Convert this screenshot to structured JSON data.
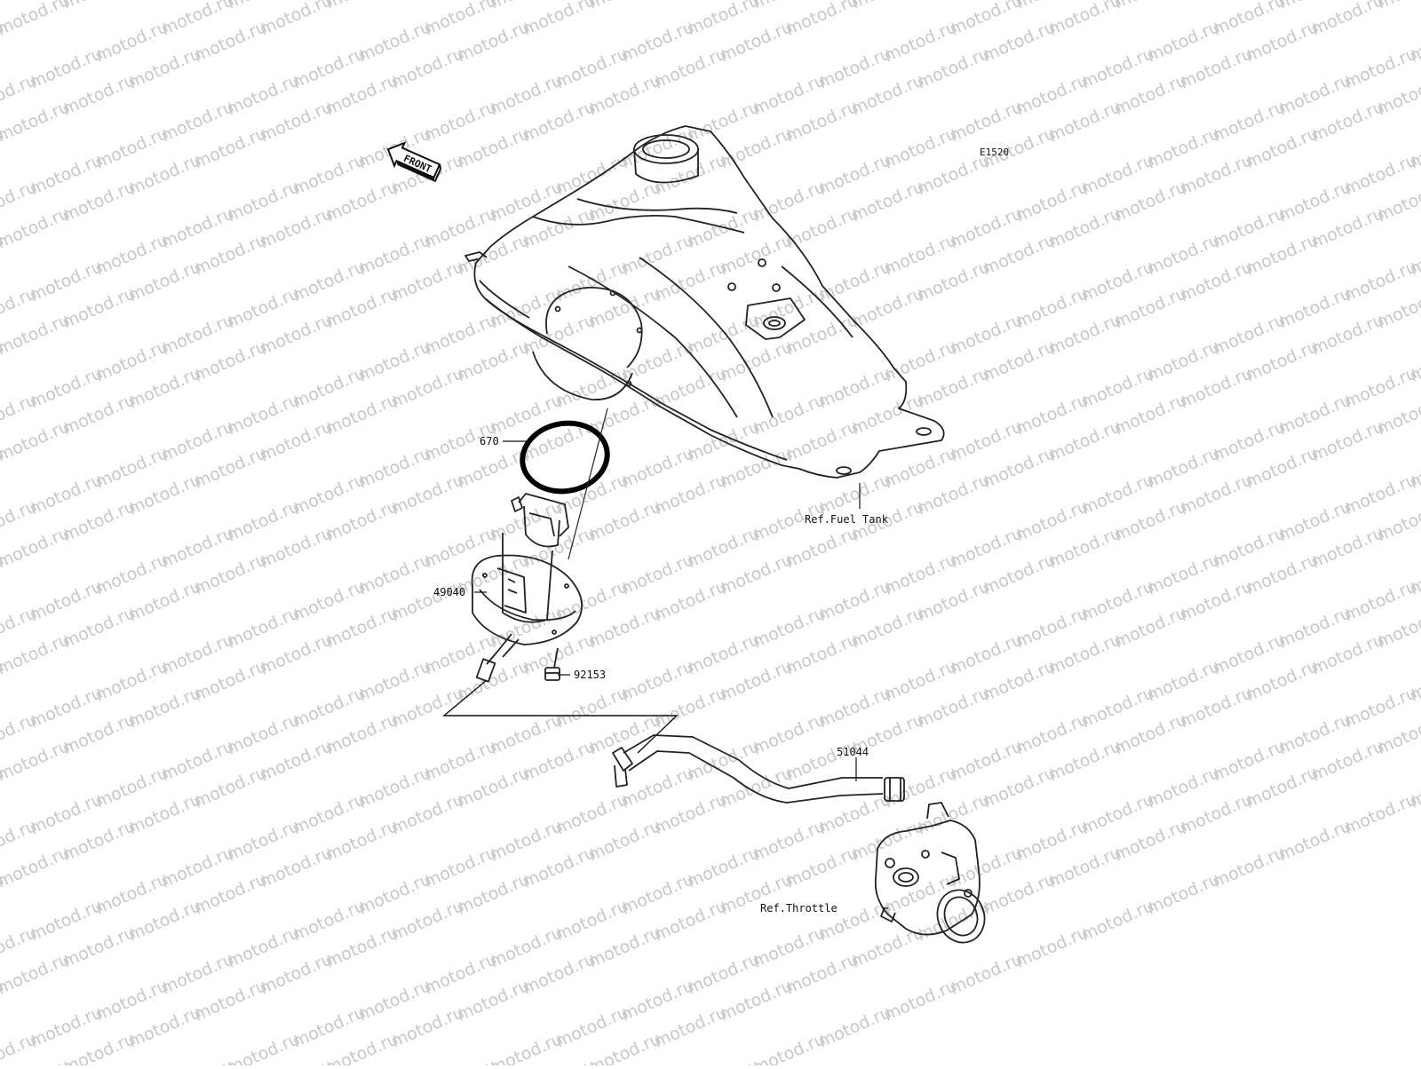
{
  "diagram_code": "E1520",
  "direction_arrow": {
    "text": "FRONT"
  },
  "watermark": {
    "text": "motod.ru"
  },
  "labels": {
    "part_670": "670",
    "part_49040": "49040",
    "part_92153": "92153",
    "part_51044": "51044",
    "ref_fuel_tank": "Ref.Fuel Tank",
    "ref_throttle": "Ref.Throttle"
  },
  "icons": {
    "fuel_tank": "fuel-tank-drawing",
    "o_ring": "o-ring-drawing",
    "fuel_pump": "fuel-pump-drawing",
    "bolt": "bolt-drawing",
    "fuel_hose": "fuel-hose-drawing",
    "throttle_body": "throttle-body-drawing"
  }
}
